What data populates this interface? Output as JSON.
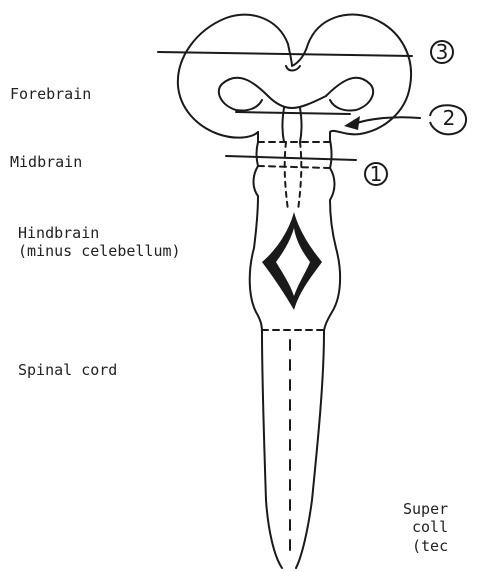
{
  "labels": {
    "forebrain": "Forebrain",
    "midbrain": "Midbrain",
    "hindbrain_line1": "Hindbrain",
    "hindbrain_line2": "(minus celebellum)",
    "spinal_cord": "Spinal cord",
    "superior_line1": "Super",
    "superior_line2": "coll",
    "superior_line3": "(tec"
  },
  "section_markers": {
    "marker_1": "1",
    "marker_2": "2",
    "marker_3": "3"
  },
  "colors": {
    "ink": "#1a1a1a",
    "background": "#ffffff"
  }
}
